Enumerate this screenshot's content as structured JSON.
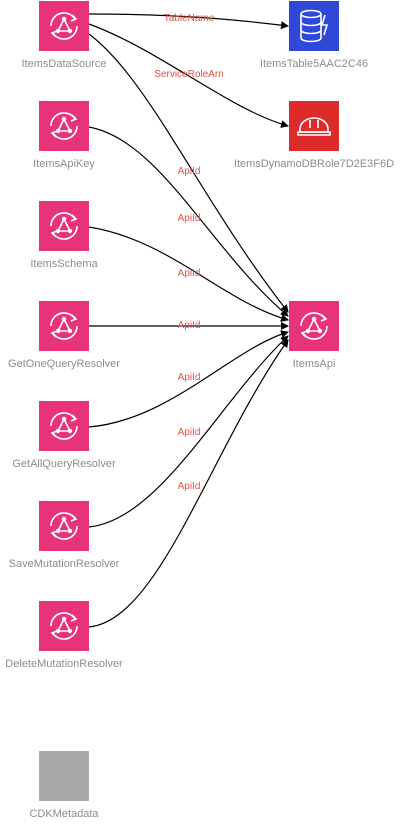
{
  "colors": {
    "appsync": "#e8327a",
    "dynamodb": "#3048d8",
    "iam": "#dd2a2a",
    "metadata": "#a9a9a9",
    "edge": "#000000",
    "edge_label": "#e05243",
    "node_label": "#8c8c8c"
  },
  "nodes": {
    "items_data_source": {
      "label": "ItemsDataSource",
      "icon": "appsync-icon"
    },
    "items_api_key": {
      "label": "ItemsApiKey",
      "icon": "appsync-icon"
    },
    "items_schema": {
      "label": "ItemsSchema",
      "icon": "appsync-icon"
    },
    "get_one_query_resolver": {
      "label": "GetOneQueryResolver",
      "icon": "appsync-icon"
    },
    "get_all_query_resolver": {
      "label": "GetAllQueryResolver",
      "icon": "appsync-icon"
    },
    "save_mutation_resolver": {
      "label": "SaveMutationResolver",
      "icon": "appsync-icon"
    },
    "delete_mutation_resolver": {
      "label": "DeleteMutationResolver",
      "icon": "appsync-icon"
    },
    "cdk_metadata": {
      "label": "CDKMetadata",
      "icon": "metadata-icon"
    },
    "items_table": {
      "label": "ItemsTable5AAC2C46",
      "icon": "dynamodb-icon"
    },
    "items_dynamodb_role": {
      "label": "ItemsDynamoDBRole7D2E3F6D",
      "icon": "iam-role-icon"
    },
    "items_api": {
      "label": "ItemsApi",
      "icon": "appsync-icon"
    }
  },
  "edges": [
    {
      "from": "items_data_source",
      "to": "items_table",
      "label": "TableName"
    },
    {
      "from": "items_data_source",
      "to": "items_dynamodb_role",
      "label": "ServiceRoleArn"
    },
    {
      "from": "items_data_source",
      "to": "items_api",
      "label": "ApiId"
    },
    {
      "from": "items_api_key",
      "to": "items_api",
      "label": "ApiId"
    },
    {
      "from": "items_schema",
      "to": "items_api",
      "label": "ApiId"
    },
    {
      "from": "get_one_query_resolver",
      "to": "items_api",
      "label": "ApiId"
    },
    {
      "from": "get_all_query_resolver",
      "to": "items_api",
      "label": "ApiId"
    },
    {
      "from": "save_mutation_resolver",
      "to": "items_api",
      "label": "ApiId"
    },
    {
      "from": "delete_mutation_resolver",
      "to": "items_api",
      "label": "ApiId"
    }
  ]
}
